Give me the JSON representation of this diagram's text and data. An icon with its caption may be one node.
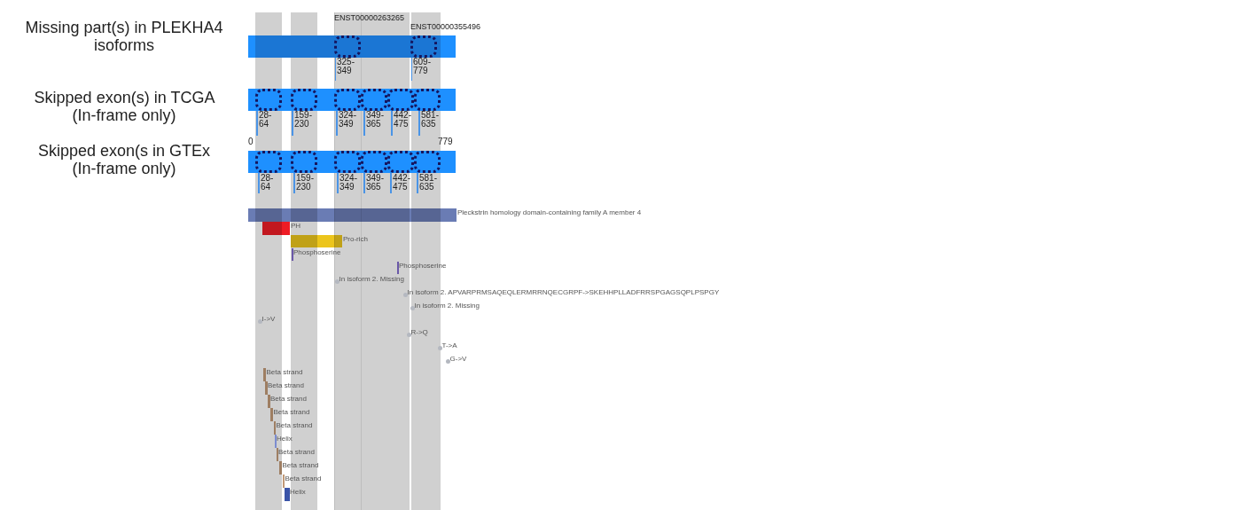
{
  "diagram": {
    "nodes": [
      {
        "text": [],
        "shape": "bar",
        "beside": [
          "Missing part(s) in PLEKHA4 isoforms"
        ]
      },
      {
        "text": [],
        "shape": "box",
        "in": 0,
        "beside": [
          "ENST00000263265",
          "325-349"
        ]
      },
      {
        "text": [],
        "shape": "box",
        "in": 0,
        "beside": [
          "ENST00000355496",
          "609-779"
        ]
      },
      {
        "text": [],
        "shape": "bar",
        "beside": [
          "Skipped exon(s) in TCGA (In-frame only)"
        ]
      },
      {
        "text": [],
        "shape": "box",
        "in": 3,
        "beside": [
          "28-64"
        ]
      },
      {
        "text": [],
        "shape": "box",
        "in": 3,
        "beside": [
          "159-230"
        ]
      },
      {
        "text": [],
        "shape": "box",
        "in": 3,
        "beside": [
          "324-349"
        ]
      },
      {
        "text": [],
        "shape": "box",
        "in": 3,
        "beside": [
          "349-365"
        ]
      },
      {
        "text": [],
        "shape": "box",
        "in": 3,
        "beside": [
          "442-475"
        ]
      },
      {
        "text": [],
        "shape": "box",
        "in": 3,
        "beside": [
          "581-635"
        ]
      },
      {
        "text": [],
        "shape": "bar",
        "beside": [
          "Skipped exon(s in GTEx (In-frame only)"
        ]
      },
      {
        "text": [],
        "shape": "box",
        "in": 10,
        "beside": [
          "28-64"
        ]
      },
      {
        "text": [],
        "shape": "box",
        "in": 10,
        "beside": [
          "159-230"
        ]
      },
      {
        "text": [],
        "shape": "box",
        "in": 10,
        "beside": [
          "324-349"
        ]
      },
      {
        "text": [],
        "shape": "box",
        "in": 10,
        "beside": [
          "349-365"
        ]
      },
      {
        "text": [],
        "shape": "box",
        "in": 10,
        "beside": [
          "442-475"
        ]
      },
      {
        "text": [],
        "shape": "box",
        "in": 10,
        "beside": [
          "581-635"
        ]
      },
      {
        "text": [],
        "shape": "bar",
        "beside": [
          "Pleckstrin homology domain-containing family A member 4"
        ]
      },
      {
        "text": [],
        "shape": "bar",
        "beside": [
          "PH"
        ]
      },
      {
        "text": [],
        "shape": "bar",
        "beside": [
          "Pro-rich"
        ]
      },
      {
        "text": [],
        "shape": "bar",
        "beside": [
          "Phosphoserine"
        ]
      },
      {
        "text": [],
        "shape": "bar",
        "beside": [
          "Phosphoserine"
        ]
      },
      {
        "text": [],
        "shape": "circle",
        "beside": [
          "In isoform 2. Missing"
        ]
      },
      {
        "text": [],
        "shape": "circle",
        "beside": [
          "In isoform 2. APVARPRMSAQEQLERMRRNQECGRPF->SKEHHPLLADFRRSPGAGSQPLPSPGY"
        ]
      },
      {
        "text": [],
        "shape": "circle",
        "beside": [
          "In isoform 2. Missing"
        ]
      },
      {
        "text": [],
        "shape": "circle",
        "beside": [
          "I->V"
        ]
      },
      {
        "text": [],
        "shape": "circle",
        "beside": [
          "R->Q"
        ]
      },
      {
        "text": [],
        "shape": "circle",
        "beside": [
          "T->A"
        ]
      },
      {
        "text": [],
        "shape": "circle",
        "beside": [
          "G->V"
        ]
      },
      {
        "text": [],
        "shape": "bar",
        "beside": [
          "Beta strand"
        ]
      },
      {
        "text": [],
        "shape": "bar",
        "beside": [
          "Beta strand"
        ]
      },
      {
        "text": [],
        "shape": "bar",
        "beside": [
          "Beta strand"
        ]
      },
      {
        "text": [],
        "shape": "bar",
        "beside": [
          "Beta strand"
        ]
      },
      {
        "text": [],
        "shape": "bar",
        "beside": [
          "Beta strand"
        ]
      },
      {
        "text": [],
        "shape": "bar",
        "beside": [
          "Helix"
        ]
      },
      {
        "text": [],
        "shape": "bar",
        "beside": [
          "Beta strand"
        ]
      },
      {
        "text": [],
        "shape": "bar",
        "beside": [
          "Beta strand"
        ]
      },
      {
        "text": [],
        "shape": "bar",
        "beside": [
          "Beta strand"
        ]
      },
      {
        "text": [],
        "shape": "bar",
        "beside": [
          "Helix"
        ]
      }
    ],
    "labels": [
      "0",
      "779"
    ]
  }
}
